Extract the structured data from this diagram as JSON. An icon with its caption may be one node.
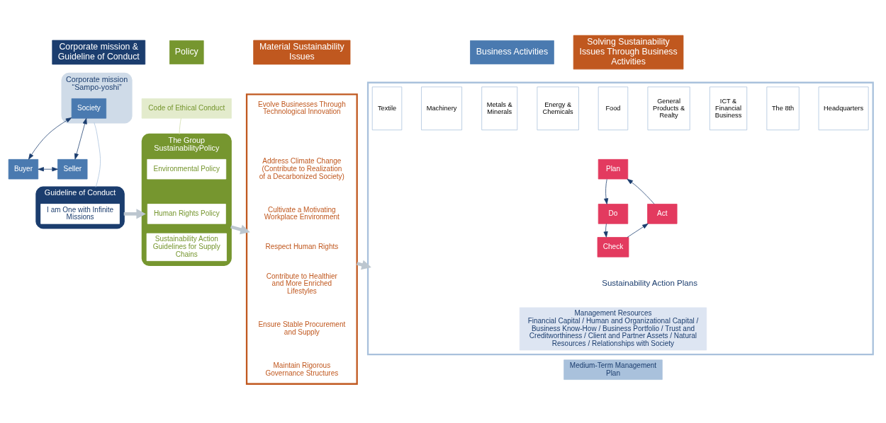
{
  "diagram": {
    "nodes": [
      {
        "text": [
          "Corporate mission & Guideline of Conduct"
        ]
      },
      {
        "text": [
          "Policy"
        ]
      },
      {
        "text": [
          "Material Sustainability Issues"
        ]
      },
      {
        "text": [
          "Business Activities"
        ]
      },
      {
        "text": [
          "Solving Sustainability Issues Through Business Activities"
        ]
      },
      {
        "text": [
          "Corporate mission",
          "“Sampo-yoshi”"
        ]
      },
      {
        "text": [
          "Society"
        ],
        "in": 5
      },
      {
        "text": [
          "Buyer"
        ]
      },
      {
        "text": [
          "Seller"
        ]
      },
      {
        "text": [
          "Guideline of Conduct"
        ]
      },
      {
        "text": [
          "I am One with Infinite Missions"
        ],
        "in": 9
      },
      {
        "text": [
          "Code of Ethical Conduct"
        ]
      },
      {
        "text": [
          "The Group SustainabilityPolicy"
        ]
      },
      {
        "text": [
          "Environmental Policy"
        ],
        "in": 12
      },
      {
        "text": [
          "Human Rights Policy"
        ],
        "in": 12
      },
      {
        "text": [
          "Sustainability Action Guidelines for Supply Chains"
        ],
        "in": 12
      },
      {
        "text": [],
        "shape": "box"
      },
      {
        "text": [
          "Evolve Businesses Through Technological Innovation"
        ],
        "in": 16
      },
      {
        "text": [
          "Address Climate Change (Contribute to Realization of a Decarbonized Society)"
        ],
        "in": 16
      },
      {
        "text": [
          "Cultivate a Motivating Workplace Environment"
        ],
        "in": 16
      },
      {
        "text": [
          "Respect Human Rights"
        ],
        "in": 16
      },
      {
        "text": [
          "Contribute to Healthier and More Enriched Lifestyles"
        ],
        "in": 16
      },
      {
        "text": [
          "Ensure Stable Procurement and Supply"
        ],
        "in": 16
      },
      {
        "text": [
          "Maintain Rigorous Governance Structures"
        ],
        "in": 16
      },
      {
        "text": [],
        "shape": "box"
      },
      {
        "text": [
          "Textile"
        ],
        "in": 24
      },
      {
        "text": [
          "Machinery"
        ],
        "in": 24
      },
      {
        "text": [
          "Metals & Minerals"
        ],
        "in": 24
      },
      {
        "text": [
          "Energy & Chemicals"
        ],
        "in": 24
      },
      {
        "text": [
          "Food"
        ],
        "in": 24
      },
      {
        "text": [
          "General Products & Realty"
        ],
        "in": 24
      },
      {
        "text": [
          "ICT & Financial Business"
        ],
        "in": 24
      },
      {
        "text": [
          "The 8th"
        ],
        "in": 24
      },
      {
        "text": [
          "Headquarters"
        ],
        "in": 24
      },
      {
        "text": [
          "Plan"
        ],
        "in": 24
      },
      {
        "text": [
          "Do"
        ],
        "in": 24
      },
      {
        "text": [
          "Check"
        ],
        "in": 24
      },
      {
        "text": [
          "Act"
        ],
        "in": 24
      },
      {
        "text": [
          "Management Resources",
          "Financial Capital / Human and Organizational Capital / Business Know-How / Business Portfolio / Trust and Creditworthiness / Client and Partner Assets / Natural Resources / Relationships with Society"
        ],
        "in": 24
      },
      {
        "text": [
          "Medium-Term Management Plan"
        ]
      }
    ],
    "edges": [
      {
        "from": 6,
        "to": 7,
        "arrow": "both"
      },
      {
        "from": 6,
        "to": 8,
        "arrow": "both"
      },
      {
        "from": 7,
        "to": 8,
        "arrow": "both"
      },
      {
        "from": 5,
        "to": 9,
        "arrow": "none",
        "color": "#a9c1dc"
      },
      {
        "from": 11,
        "to": 12,
        "arrow": "none",
        "color": "#cfdca8"
      },
      {
        "from": 9,
        "to": 12,
        "arrow": "to",
        "style": "thick",
        "color": "#bcc6cf"
      },
      {
        "from": 12,
        "to": 16,
        "arrow": "to",
        "style": "thick",
        "color": "#bcc6cf"
      },
      {
        "from": 16,
        "to": 24,
        "arrow": "to",
        "style": "thick",
        "color": "#bcc6cf"
      },
      {
        "from": 34,
        "to": 35,
        "arrow": "to"
      },
      {
        "from": 35,
        "to": 36,
        "arrow": "to"
      },
      {
        "from": 36,
        "to": 37,
        "arrow": "to"
      },
      {
        "from": 37,
        "to": 34,
        "arrow": "to"
      }
    ],
    "labels": [
      "Sustainability Action Plans"
    ]
  }
}
